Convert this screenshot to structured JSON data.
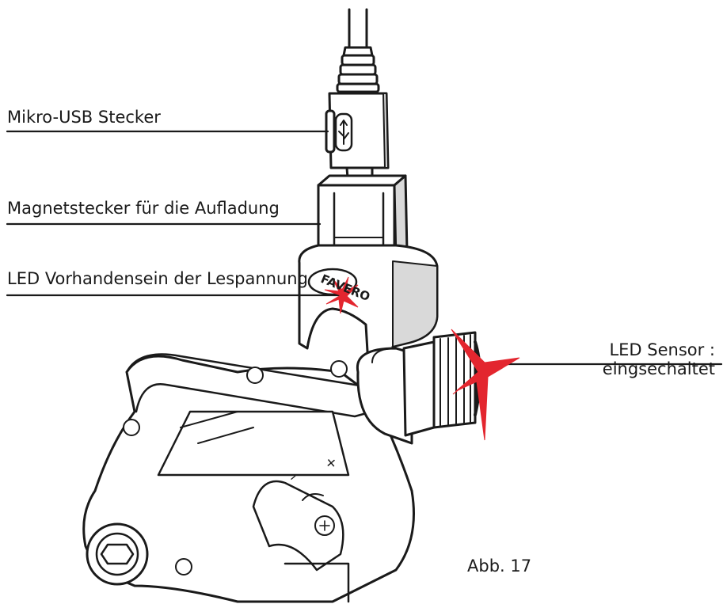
{
  "callouts": {
    "micro_usb": "Mikro-USB Stecker",
    "magnet_connector": "Magnetstecker für die Aufladung",
    "led_tension": "LED Vorhandensein der Lespannung",
    "led_sensor_line1": "LED Sensor :",
    "led_sensor_line2": "eingsechaltet"
  },
  "pedal_markings": {
    "minus": "–",
    "plus": "+",
    "brand": "FAVERO"
  },
  "caption": "Abb. 17",
  "colors": {
    "ink": "#1a1a1a",
    "led_red": "#e3262f",
    "body_fill": "#ffffff",
    "shade": "#d9d9d9"
  }
}
